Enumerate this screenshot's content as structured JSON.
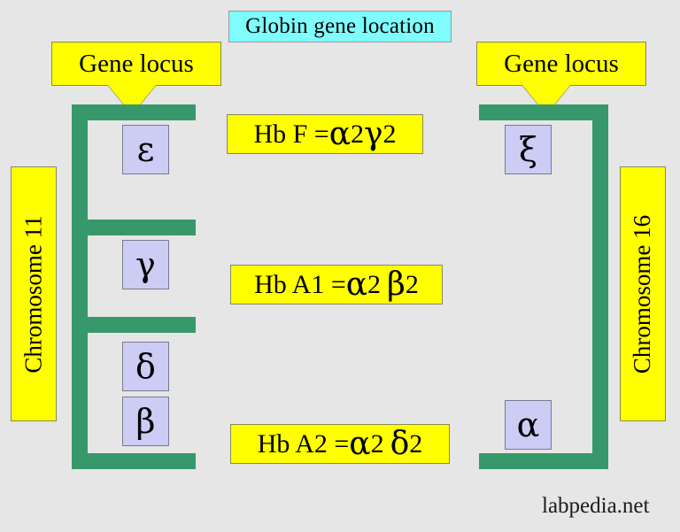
{
  "title": {
    "text": "Globin gene location",
    "bg_color": "#7ffcfc"
  },
  "colors": {
    "background": "#e6e6e6",
    "bracket_green": "#37996b",
    "callout_yellow": "#ffff00",
    "gene_box_lavender": "#ccccf5",
    "title_cyan": "#7ffcfc"
  },
  "left_panel": {
    "callout_label": "Gene locus",
    "chromosome_label": "Chromosome 11",
    "genes": [
      {
        "symbol": "ε",
        "name": "epsilon"
      },
      {
        "symbol": "γ",
        "name": "gamma"
      },
      {
        "symbol": "δ",
        "name": "delta"
      },
      {
        "symbol": "β",
        "name": "beta"
      }
    ]
  },
  "right_panel": {
    "callout_label": "Gene locus",
    "chromosome_label": "Chromosome 16",
    "genes": [
      {
        "symbol": "ξ",
        "name": "xi"
      },
      {
        "symbol": "α",
        "name": "alpha"
      }
    ]
  },
  "hemoglobins": [
    {
      "id": "hb-f",
      "prefix": "Hb F =",
      "chain1_greek": "α",
      "chain1_count": "2",
      "chain2_greek": "γ",
      "chain2_count": "2",
      "full_text": "Hb F = α2γ2"
    },
    {
      "id": "hb-a1",
      "prefix": "Hb A1 =",
      "chain1_greek": "α",
      "chain1_count": "2",
      "chain2_greek": "β",
      "chain2_count": "2",
      "full_text": "Hb A1 = α2 β2"
    },
    {
      "id": "hb-a2",
      "prefix": "Hb A2 =",
      "chain1_greek": "α",
      "chain1_count": "2",
      "chain2_greek": "δ",
      "chain2_count": "2",
      "full_text": "Hb A2 = α2 δ2"
    }
  ],
  "watermark": "labpedia.net"
}
